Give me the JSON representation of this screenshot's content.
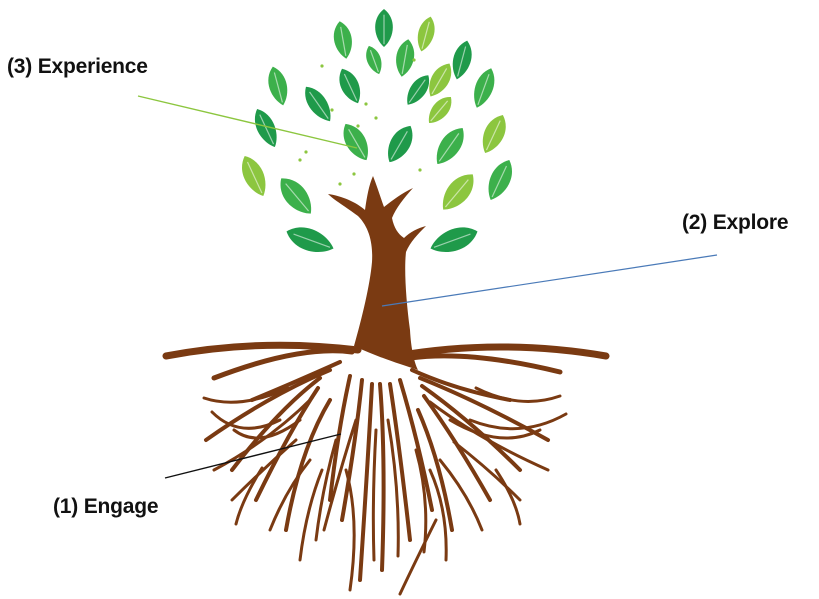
{
  "labels": {
    "experience": "(3) Experience",
    "explore": "(2) Explore",
    "engage": "(1) Engage"
  },
  "colors": {
    "trunk": "#7a3a12",
    "roots": "#7a3a12",
    "leaf_dark": "#1f9a4a",
    "leaf_mid": "#3cb04b",
    "leaf_light": "#8cc63f",
    "leader_experience": "#8cc63f",
    "leader_explore": "#4a7ab8",
    "leader_engage": "#111111"
  },
  "icons": {
    "tree": "tree-icon",
    "leaf": "leaf-icon",
    "roots": "roots-icon"
  }
}
